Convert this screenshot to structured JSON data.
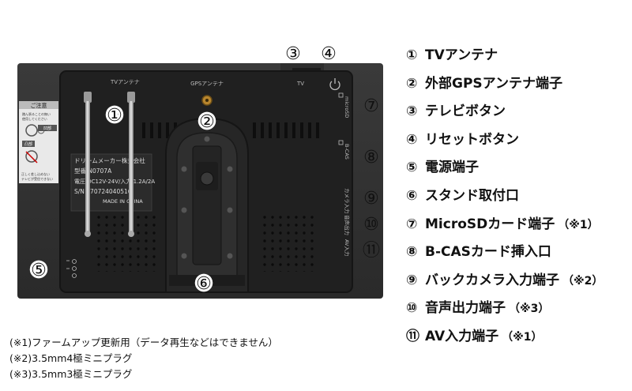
{
  "device": {
    "top_labels": {
      "tv_antenna": "TVアンテナ",
      "gps_antenna": "GPSアンテナ",
      "tv": "TV"
    },
    "side_labels": {
      "microsd": "microSD",
      "bcas": "B-CAS",
      "camera": "カメラ入力",
      "audio": "音声出力",
      "av": "AV入力"
    },
    "warning_sticker": {
      "title": "ご注意",
      "lines": [
        "踏ん張ることの無い",
        "使用してください",
        "凹部",
        "凸部",
        "正しく差し込めない",
        "テレビが受信できない"
      ]
    },
    "plate": {
      "maker": "ドリームメーカー株式会社",
      "model": "型番 N0707A",
      "power": "電圧 DC12V-24V/入力 1.2A/2A",
      "serial": "S/N 070724040516",
      "origin": "MADE IN CHINA"
    },
    "callouts": [
      "①",
      "②",
      "③",
      "④",
      "⑤",
      "⑥",
      "⑦",
      "⑧",
      "⑨",
      "⑩",
      "⑪"
    ]
  },
  "legend": [
    {
      "num": "①",
      "label": "TVアンテナ",
      "note": ""
    },
    {
      "num": "②",
      "label": "外部GPSアンテナ端子",
      "note": ""
    },
    {
      "num": "③",
      "label": "テレビボタン",
      "note": ""
    },
    {
      "num": "④",
      "label": "リセットボタン",
      "note": ""
    },
    {
      "num": "⑤",
      "label": "電源端子",
      "note": ""
    },
    {
      "num": "⑥",
      "label": "スタンド取付口",
      "note": ""
    },
    {
      "num": "⑦",
      "label": "MicroSDカード端子",
      "note": "（※1）"
    },
    {
      "num": "⑧",
      "label": "B-CASカード挿入口",
      "note": ""
    },
    {
      "num": "⑨",
      "label": "バックカメラ入力端子",
      "note": "（※2）"
    },
    {
      "num": "⑩",
      "label": "音声出力端子",
      "note": "（※3）"
    },
    {
      "num": "⑪",
      "label": "AV入力端子",
      "note": "（※1）"
    }
  ],
  "footnotes": [
    "(※1)ファームアップ更新用（データ再生などはできません）",
    "(※2)3.5mm4極ミニプラグ",
    "(※3)3.5mm3極ミニプラグ"
  ]
}
